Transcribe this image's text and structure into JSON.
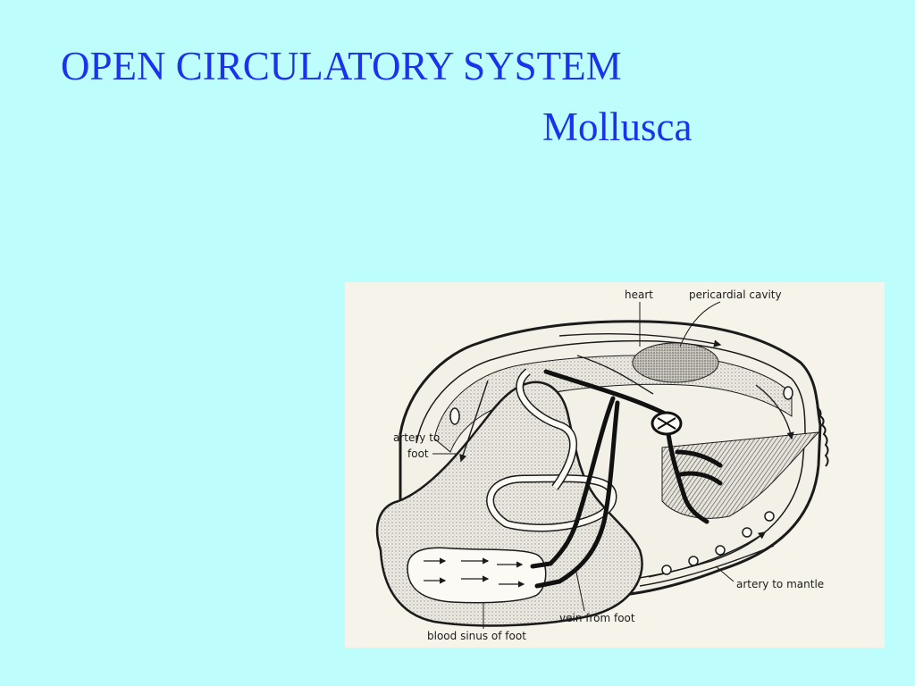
{
  "slide": {
    "title": "OPEN CIRCULATORY SYSTEM",
    "subtitle": "Mollusca"
  },
  "diagram": {
    "labels": {
      "heart": "heart",
      "pericardial_cavity": "pericardial cavity",
      "artery_to": "artery to",
      "foot": "foot",
      "artery_to_mantle": "artery to mantle",
      "vein_from_foot": "vein from foot",
      "blood_sinus_of_foot": "blood sinus of foot"
    },
    "colors": {
      "background": "#bdfdfb",
      "title": "#1a33ee",
      "ink": "#1b1b1b",
      "paper": "#f5f3ea"
    }
  }
}
